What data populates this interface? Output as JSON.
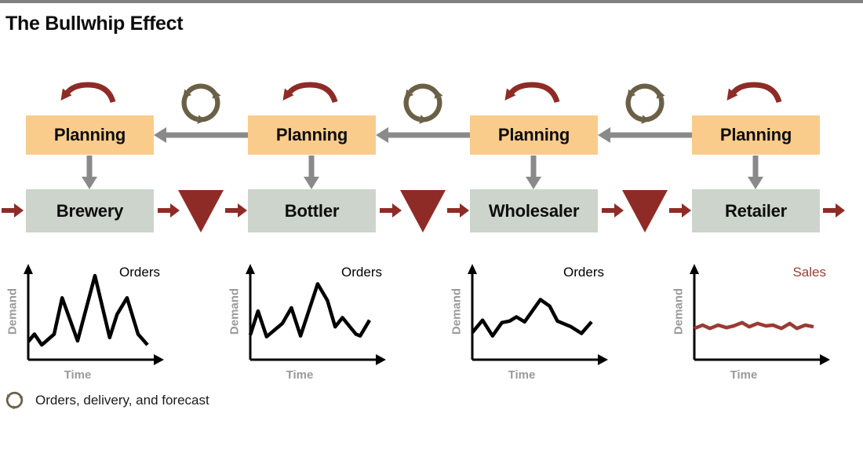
{
  "title": "The Bullwhip Effect",
  "legend": {
    "label": "Orders, delivery, and forecast"
  },
  "colors": {
    "top_rule_gray": "#808080",
    "planning_bg": "#FACC8B",
    "entity_bg": "#CCD4CC",
    "flow_arrow_gray": "#8A8A8A",
    "accent_red": "#8F2B26",
    "sales_red": "#9A3B33",
    "cycle_olive": "#6B6047",
    "axis_label_gray": "#9A9A9A",
    "axis_black": "#000000"
  },
  "columns": [
    {
      "planning": "Planning",
      "entity": "Brewery"
    },
    {
      "planning": "Planning",
      "entity": "Bottler"
    },
    {
      "planning": "Planning",
      "entity": "Wholesaler"
    },
    {
      "planning": "Planning",
      "entity": "Retailer"
    }
  ],
  "chart_data": [
    {
      "type": "line",
      "entity": "Brewery",
      "series_label": "Orders",
      "color": "#000000",
      "xlabel": "Time",
      "ylabel": "Demand",
      "x": [
        0,
        0.052,
        0.114,
        0.217,
        0.284,
        0.414,
        0.559,
        0.683,
        0.745,
        0.828,
        0.921,
        1
      ],
      "y": [
        20,
        29,
        16,
        29,
        73,
        21,
        100,
        25,
        53,
        73,
        29,
        16
      ]
    },
    {
      "type": "line",
      "entity": "Bottler",
      "series_label": "Orders",
      "color": "#000000",
      "xlabel": "Time",
      "ylabel": "Demand",
      "x": [
        0,
        0.065,
        0.137,
        0.269,
        0.345,
        0.422,
        0.565,
        0.647,
        0.712,
        0.773,
        0.886,
        0.922,
        1
      ],
      "y": [
        28,
        57,
        26,
        42,
        61,
        27,
        90,
        70,
        38,
        49,
        29,
        27,
        46
      ]
    },
    {
      "type": "line",
      "entity": "Wholesaler",
      "series_label": "Orders",
      "color": "#000000",
      "xlabel": "Time",
      "ylabel": "Demand",
      "x": [
        0,
        0.086,
        0.17,
        0.248,
        0.313,
        0.37,
        0.439,
        0.571,
        0.649,
        0.714,
        0.828,
        0.916,
        1
      ],
      "y": [
        31,
        46,
        27,
        43,
        45,
        50,
        44,
        71,
        63,
        45,
        38,
        30,
        44
      ]
    },
    {
      "type": "line",
      "entity": "Retailer",
      "series_label": "Sales",
      "color": "#9A3B33",
      "xlabel": "Time",
      "ylabel": "Demand",
      "x": [
        0,
        0.07,
        0.13,
        0.2,
        0.27,
        0.33,
        0.4,
        0.46,
        0.53,
        0.6,
        0.66,
        0.73,
        0.8,
        0.86,
        0.93,
        1
      ],
      "y": [
        36,
        40,
        36,
        40,
        37,
        39,
        43,
        38,
        42,
        39,
        40,
        36,
        42,
        36,
        40,
        38
      ]
    }
  ]
}
